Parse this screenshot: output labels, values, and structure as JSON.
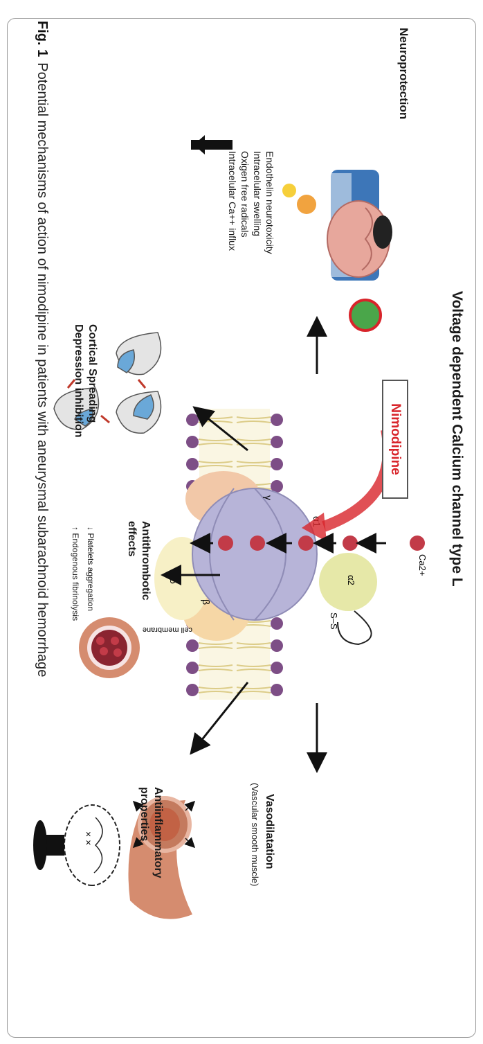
{
  "figure": {
    "fig_label": "Fig. 1",
    "caption": "Potential mechanisms of action of nimodipine in patients with aneurysmal subarachnoid hemorrhage"
  },
  "diagram": {
    "title": "Voltage dependent Calcium channel type L",
    "drug_label": "Nimodipine",
    "ion_label": "Ca2+",
    "membrane_label": "cell membrane",
    "disulfide_label": "S–S",
    "subunits": [
      "α1",
      "α2",
      "β",
      "γ",
      "δ"
    ],
    "neuroprotection": {
      "title": "Neuroprotection",
      "items": [
        "Endothelin neurotoxicity",
        "Intracelular swelling",
        "Oxigen free radicals",
        "Intracelular Ca++ influx"
      ]
    },
    "csd": {
      "title_line1": "Cortical Spreading",
      "title_line2": "Depression inhibition"
    },
    "antithrombotic": {
      "title_line1": "Antithrombotic",
      "title_line2": "effects",
      "items": [
        "Platelets aggregation",
        "Endogenous fibrinolysis"
      ]
    },
    "vasodilatation": {
      "title": "Vasodilatation",
      "subtitle": "(Vascular smooth muscle)"
    },
    "antiinflammatory": {
      "title_line1": "Antiinflammatory",
      "title_line2": "properties"
    }
  },
  "colors": {
    "drug_red": "#d8242a",
    "lipid_head": "#7d4e86",
    "lipid_tail": "#e8d98a",
    "alpha1": "#b7b4d8",
    "ion": "#c23b48",
    "vessel": "#d58c6f"
  }
}
